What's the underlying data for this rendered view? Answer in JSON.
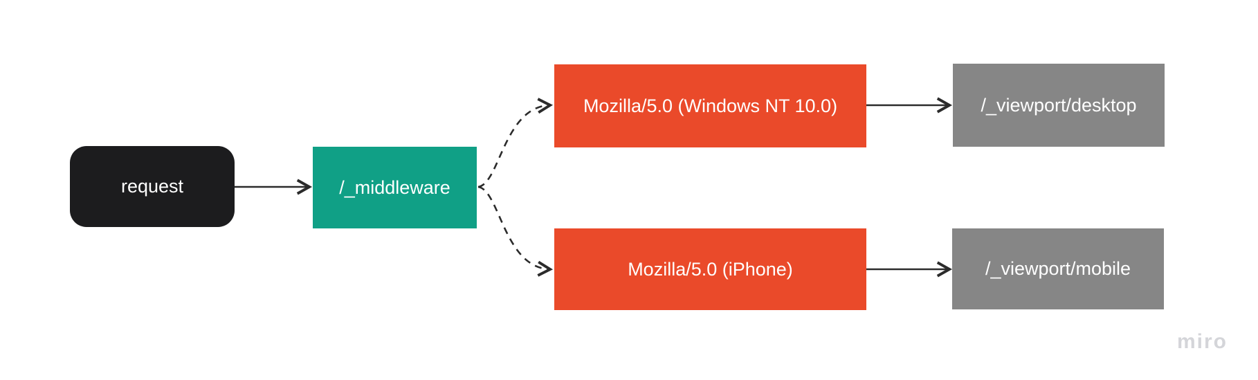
{
  "diagram": {
    "background_color": "#ffffff",
    "edge_color": "#2b2b2b",
    "nodes": [
      {
        "id": "request",
        "label": "request",
        "shape": "rounded-rectangle",
        "fill": "#1c1c1e",
        "text_color": "#ffffff"
      },
      {
        "id": "middleware",
        "label": "/_middleware",
        "shape": "rectangle",
        "fill": "#10a086",
        "text_color": "#ffffff"
      },
      {
        "id": "ua-desktop",
        "label": "Mozilla/5.0 (Windows NT 10.0)",
        "shape": "rectangle",
        "fill": "#ea4a2a",
        "text_color": "#ffffff"
      },
      {
        "id": "ua-mobile",
        "label": "Mozilla/5.0 (iPhone)",
        "shape": "rectangle",
        "fill": "#ea4a2a",
        "text_color": "#ffffff"
      },
      {
        "id": "viewport-desktop",
        "label": "/_viewport/desktop",
        "shape": "rectangle",
        "fill": "#868686",
        "text_color": "#ffffff"
      },
      {
        "id": "viewport-mobile",
        "label": "/_viewport/mobile",
        "shape": "rectangle",
        "fill": "#868686",
        "text_color": "#ffffff"
      }
    ],
    "edges": [
      {
        "from": "request",
        "to": "middleware",
        "style": "solid",
        "arrowhead": "open-chevron"
      },
      {
        "from": "middleware",
        "to": "ua-desktop",
        "style": "dashed-curved",
        "arrowhead": "open-chevron"
      },
      {
        "from": "middleware",
        "to": "ua-mobile",
        "style": "dashed-curved",
        "arrowhead": "open-chevron"
      },
      {
        "from": "ua-desktop",
        "to": "viewport-desktop",
        "style": "solid",
        "arrowhead": "open-chevron"
      },
      {
        "from": "ua-mobile",
        "to": "viewport-mobile",
        "style": "solid",
        "arrowhead": "open-chevron"
      }
    ]
  },
  "watermark": {
    "text": "miro",
    "color": "#d4d5d9"
  }
}
